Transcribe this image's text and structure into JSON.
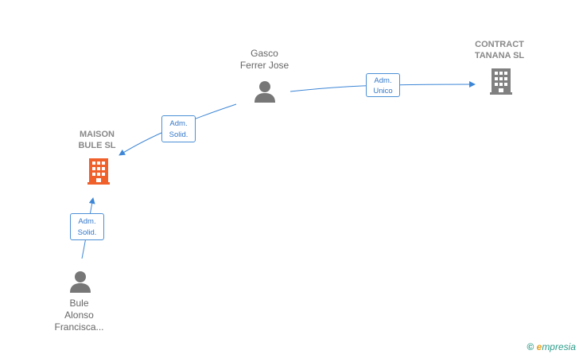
{
  "nodes": {
    "gasco": {
      "label": "Gasco\nFerrer Jose",
      "kind": "person"
    },
    "contract": {
      "label": "CONTRACT\nTANANA SL",
      "kind": "company"
    },
    "maison": {
      "label": "MAISON\nBULE  SL",
      "kind": "company",
      "highlight": true
    },
    "bule": {
      "label": "Bule\nAlonso\nFrancisca...",
      "kind": "person"
    }
  },
  "relations": {
    "gasco_contract": {
      "line1": "Adm.",
      "line2": "Unico"
    },
    "gasco_maison": {
      "line1": "Adm.",
      "line2": "Solid."
    },
    "bule_maison": {
      "line1": "Adm.",
      "line2": "Solid."
    }
  },
  "colors": {
    "edge": "#3d86d6",
    "person_icon": "#777777",
    "company_icon": "#808080",
    "highlight_company_icon": "#f0602a"
  },
  "brand": {
    "symbol": "©",
    "e": "e",
    "rest": "mpresia"
  }
}
